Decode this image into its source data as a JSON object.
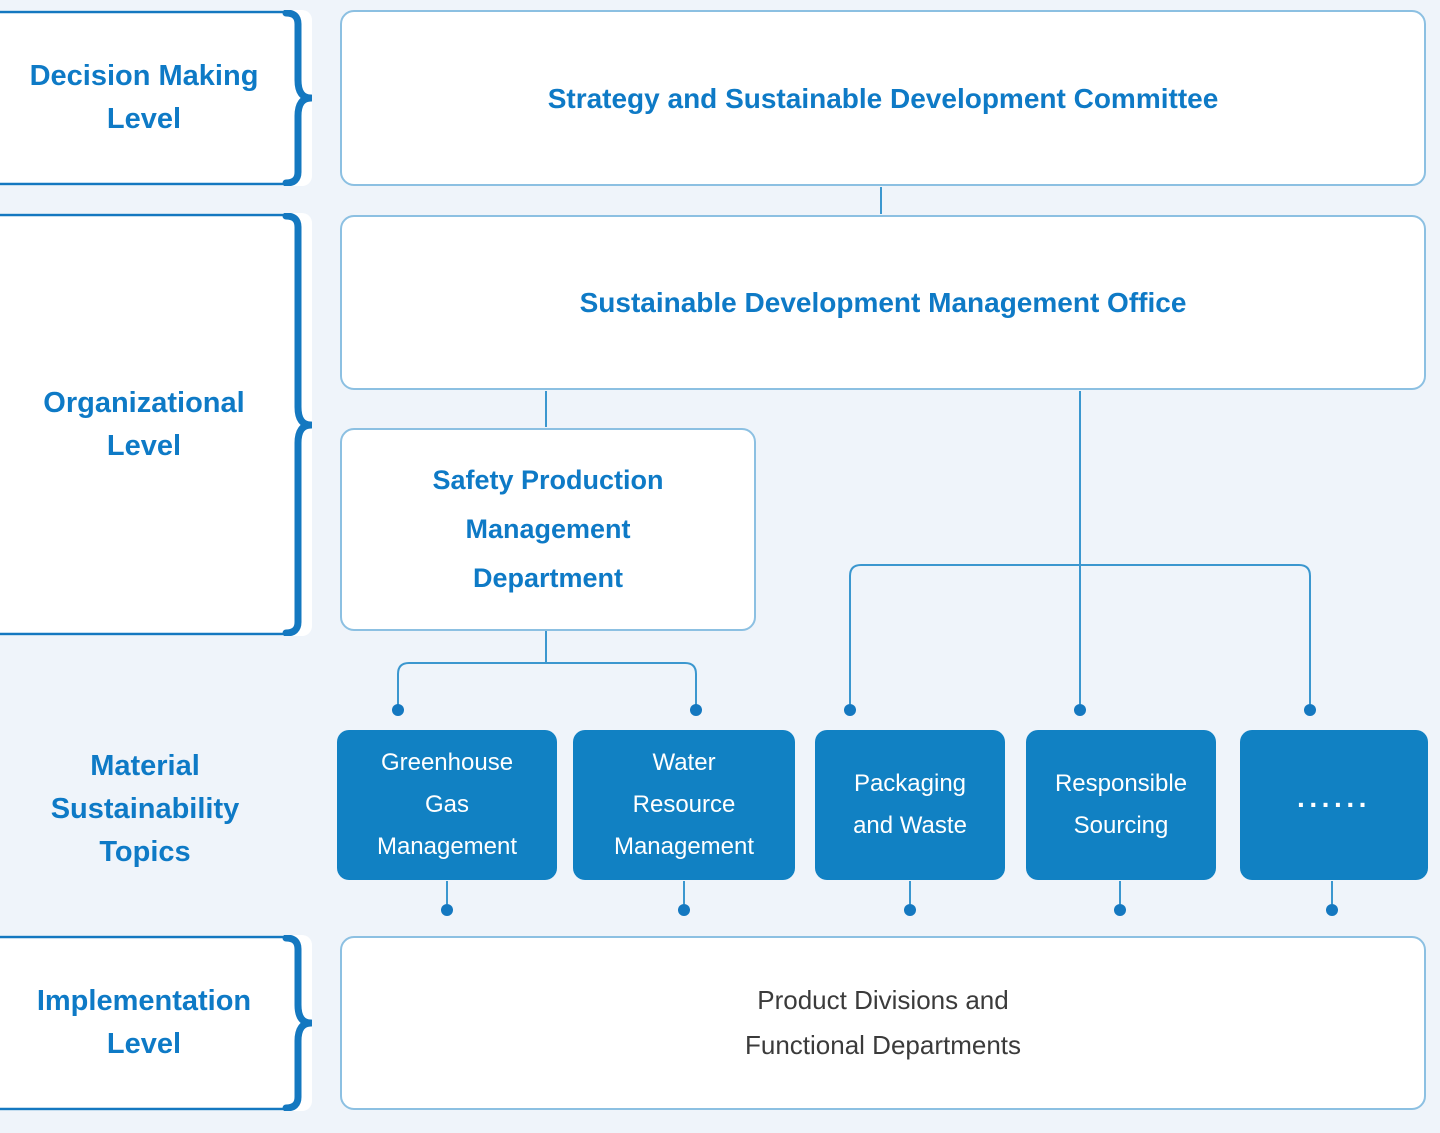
{
  "colors": {
    "background": "#eff4fa",
    "accent_blue": "#0e7ac6",
    "panel_border_blue": "#8cc0e2",
    "brace_blue": "#1478c0",
    "topic_fill_blue": "#1181c3",
    "connector_blue": "#3b97cf",
    "dark_text": "#3b3b3b"
  },
  "left_levels": {
    "decision": {
      "label": "Decision Making\nLevel"
    },
    "organizational": {
      "label": "Organizational\nLevel"
    },
    "material": {
      "label": "Material\nSustainability\nTopics"
    },
    "implementation": {
      "label": "Implementation\nLevel"
    }
  },
  "nodes": {
    "committee": {
      "label": "Strategy and Sustainable Development Committee"
    },
    "office": {
      "label": "Sustainable Development Management Office"
    },
    "safety": {
      "label": "Safety Production\nManagement\nDepartment"
    },
    "implementation_box": {
      "label": "Product Divisions and\nFunctional Departments"
    }
  },
  "topics": [
    {
      "label": "Greenhouse\nGas\nManagement"
    },
    {
      "label": "Water\nResource\nManagement"
    },
    {
      "label": "Packaging\nand Waste"
    },
    {
      "label": "Responsible\nSourcing"
    },
    {
      "label": "······"
    }
  ]
}
